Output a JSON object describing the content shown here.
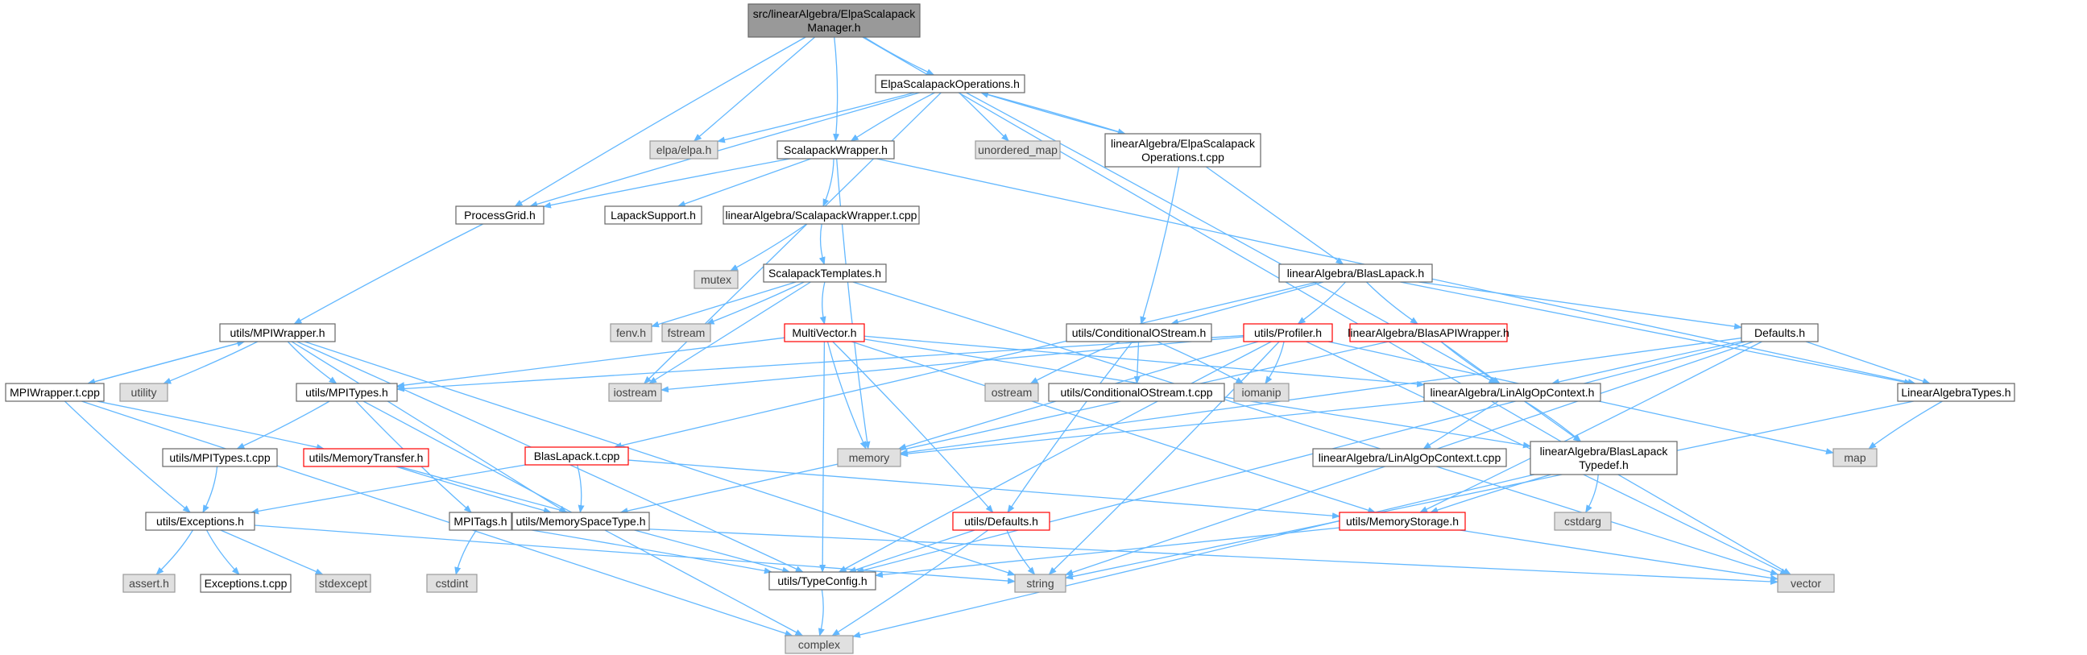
{
  "diagram": {
    "palette": {
      "root_fill": "#999999",
      "root_stroke": "#666666",
      "node_fill": "#ffffff",
      "node_stroke": "#666666",
      "red_stroke": "#ff0000",
      "ext_fill": "#e0e0e0",
      "ext_stroke": "#999999",
      "ext_text": "#444444",
      "edge_color": "#63b8ff"
    },
    "nodes": [
      {
        "id": "root",
        "kind": "root",
        "lines": [
          "src/linearAlgebra/ElpaScalapack",
          "Manager.h"
        ]
      },
      {
        "id": "elpa_ops",
        "kind": "normal",
        "lines": [
          "ElpaScalapackOperations.h"
        ]
      },
      {
        "id": "elpa_h",
        "kind": "ext",
        "lines": [
          "elpa/elpa.h"
        ]
      },
      {
        "id": "scal_wrap",
        "kind": "normal",
        "lines": [
          "ScalapackWrapper.h"
        ]
      },
      {
        "id": "unordered_map",
        "kind": "ext",
        "lines": [
          "unordered_map"
        ]
      },
      {
        "id": "elpa_ops_t",
        "kind": "normal",
        "lines": [
          "linearAlgebra/ElpaScalapack",
          "Operations.t.cpp"
        ]
      },
      {
        "id": "proc_grid",
        "kind": "normal",
        "lines": [
          "ProcessGrid.h"
        ]
      },
      {
        "id": "lapack_support",
        "kind": "normal",
        "lines": [
          "LapackSupport.h"
        ]
      },
      {
        "id": "scal_wrap_t",
        "kind": "normal",
        "lines": [
          "linearAlgebra/ScalapackWrapper.t.cpp"
        ]
      },
      {
        "id": "mutex",
        "kind": "ext",
        "lines": [
          "mutex"
        ]
      },
      {
        "id": "scal_templates",
        "kind": "normal",
        "lines": [
          "ScalapackTemplates.h"
        ]
      },
      {
        "id": "blas_lapack",
        "kind": "normal",
        "lines": [
          "linearAlgebra/BlasLapack.h"
        ]
      },
      {
        "id": "mpi_wrapper",
        "kind": "normal",
        "lines": [
          "utils/MPIWrapper.h"
        ]
      },
      {
        "id": "fenv",
        "kind": "ext",
        "lines": [
          "fenv.h"
        ]
      },
      {
        "id": "fstream",
        "kind": "ext",
        "lines": [
          "fstream"
        ]
      },
      {
        "id": "multivector",
        "kind": "red",
        "lines": [
          "MultiVector.h"
        ]
      },
      {
        "id": "cond_ostream",
        "kind": "normal",
        "lines": [
          "utils/ConditionalOStream.h"
        ]
      },
      {
        "id": "profiler",
        "kind": "red",
        "lines": [
          "utils/Profiler.h"
        ]
      },
      {
        "id": "blas_api",
        "kind": "red",
        "lines": [
          "linearAlgebra/BlasAPIWrapper.h"
        ]
      },
      {
        "id": "defaults_h",
        "kind": "normal",
        "lines": [
          "Defaults.h"
        ]
      },
      {
        "id": "mpi_wrapper_t",
        "kind": "normal",
        "lines": [
          "MPIWrapper.t.cpp"
        ]
      },
      {
        "id": "utility",
        "kind": "ext",
        "lines": [
          "utility"
        ]
      },
      {
        "id": "mpi_types",
        "kind": "normal",
        "lines": [
          "utils/MPITypes.h"
        ]
      },
      {
        "id": "iostream",
        "kind": "ext",
        "lines": [
          "iostream"
        ]
      },
      {
        "id": "ostream",
        "kind": "ext",
        "lines": [
          "ostream"
        ]
      },
      {
        "id": "cond_ostream_t",
        "kind": "normal",
        "lines": [
          "utils/ConditionalOStream.t.cpp"
        ]
      },
      {
        "id": "iomanip",
        "kind": "ext",
        "lines": [
          "iomanip"
        ]
      },
      {
        "id": "linalg_ctx",
        "kind": "normal",
        "lines": [
          "linearAlgebra/LinAlgOpContext.h"
        ]
      },
      {
        "id": "linalg_types",
        "kind": "normal",
        "lines": [
          "LinearAlgebraTypes.h"
        ]
      },
      {
        "id": "mpi_types_t",
        "kind": "normal",
        "lines": [
          "utils/MPITypes.t.cpp"
        ]
      },
      {
        "id": "mem_transfer",
        "kind": "red",
        "lines": [
          "utils/MemoryTransfer.h"
        ]
      },
      {
        "id": "blas_lapack_t",
        "kind": "red",
        "lines": [
          "BlasLapack.t.cpp"
        ]
      },
      {
        "id": "memory",
        "kind": "ext",
        "lines": [
          "memory"
        ]
      },
      {
        "id": "linalg_ctx_t",
        "kind": "normal",
        "lines": [
          "linearAlgebra/LinAlgOpContext.t.cpp"
        ]
      },
      {
        "id": "blas_lapack_typedef",
        "kind": "normal",
        "lines": [
          "linearAlgebra/BlasLapack",
          "Typedef.h"
        ]
      },
      {
        "id": "map",
        "kind": "ext",
        "lines": [
          "map"
        ]
      },
      {
        "id": "exceptions_h",
        "kind": "normal",
        "lines": [
          "utils/Exceptions.h"
        ]
      },
      {
        "id": "mpitags",
        "kind": "normal",
        "lines": [
          "MPITags.h"
        ]
      },
      {
        "id": "mem_space_type",
        "kind": "normal",
        "lines": [
          "utils/MemorySpaceType.h"
        ]
      },
      {
        "id": "utils_defaults",
        "kind": "red",
        "lines": [
          "utils/Defaults.h"
        ]
      },
      {
        "id": "cstdarg",
        "kind": "ext",
        "lines": [
          "cstdarg"
        ]
      },
      {
        "id": "mem_storage",
        "kind": "red",
        "lines": [
          "utils/MemoryStorage.h"
        ]
      },
      {
        "id": "assert_h",
        "kind": "ext",
        "lines": [
          "assert.h"
        ]
      },
      {
        "id": "exceptions_t",
        "kind": "normal",
        "lines": [
          "Exceptions.t.cpp"
        ]
      },
      {
        "id": "stdexcept",
        "kind": "ext",
        "lines": [
          "stdexcept"
        ]
      },
      {
        "id": "cstdint",
        "kind": "ext",
        "lines": [
          "cstdint"
        ]
      },
      {
        "id": "type_config",
        "kind": "normal",
        "lines": [
          "utils/TypeConfig.h"
        ]
      },
      {
        "id": "string",
        "kind": "ext",
        "lines": [
          "string"
        ]
      },
      {
        "id": "vector",
        "kind": "ext",
        "lines": [
          "vector"
        ]
      },
      {
        "id": "complex",
        "kind": "ext",
        "lines": [
          "complex"
        ]
      }
    ],
    "edges": [
      [
        "root",
        "elpa_ops"
      ],
      [
        "root",
        "elpa_h"
      ],
      [
        "root",
        "scal_wrap"
      ],
      [
        "root",
        "proc_grid"
      ],
      [
        "root",
        "vector"
      ],
      [
        "elpa_ops",
        "elpa_h"
      ],
      [
        "elpa_ops",
        "scal_wrap"
      ],
      [
        "elpa_ops",
        "unordered_map"
      ],
      [
        "elpa_ops",
        "elpa_ops_t"
      ],
      [
        "elpa_ops",
        "proc_grid"
      ],
      [
        "elpa_ops",
        "iostream"
      ],
      [
        "elpa_ops",
        "linalg_ctx"
      ],
      [
        "elpa_ops_t",
        "elpa_ops"
      ],
      [
        "elpa_ops_t",
        "blas_lapack"
      ],
      [
        "elpa_ops_t",
        "cond_ostream"
      ],
      [
        "scal_wrap",
        "proc_grid"
      ],
      [
        "scal_wrap",
        "lapack_support"
      ],
      [
        "scal_wrap",
        "scal_wrap_t"
      ],
      [
        "scal_wrap",
        "memory"
      ],
      [
        "scal_wrap",
        "linalg_types"
      ],
      [
        "scal_wrap_t",
        "mutex"
      ],
      [
        "scal_wrap_t",
        "scal_templates"
      ],
      [
        "scal_templates",
        "fenv"
      ],
      [
        "scal_templates",
        "fstream"
      ],
      [
        "scal_templates",
        "multivector"
      ],
      [
        "scal_templates",
        "iostream"
      ],
      [
        "scal_templates",
        "vector"
      ],
      [
        "proc_grid",
        "mpi_wrapper"
      ],
      [
        "blas_lapack",
        "cond_ostream"
      ],
      [
        "blas_lapack",
        "profiler"
      ],
      [
        "blas_lapack",
        "blas_api"
      ],
      [
        "blas_lapack",
        "defaults_h"
      ],
      [
        "blas_lapack",
        "linalg_types"
      ],
      [
        "blas_lapack",
        "blas_lapack_t"
      ],
      [
        "mpi_wrapper",
        "mpi_wrapper_t"
      ],
      [
        "mpi_wrapper",
        "utility"
      ],
      [
        "mpi_wrapper",
        "mpi_types"
      ],
      [
        "mpi_wrapper",
        "mem_space_type"
      ],
      [
        "mpi_wrapper",
        "type_config"
      ],
      [
        "mpi_wrapper",
        "string"
      ],
      [
        "mpi_wrapper_t",
        "mpi_wrapper"
      ],
      [
        "mpi_wrapper_t",
        "mem_transfer"
      ],
      [
        "mpi_wrapper_t",
        "exceptions_h"
      ],
      [
        "mpi_wrapper_t",
        "complex"
      ],
      [
        "multivector",
        "mpi_types"
      ],
      [
        "multivector",
        "memory"
      ],
      [
        "multivector",
        "linalg_ctx"
      ],
      [
        "multivector",
        "utils_defaults"
      ],
      [
        "multivector",
        "mem_storage"
      ],
      [
        "multivector",
        "type_config"
      ],
      [
        "multivector",
        "blas_lapack_typedef"
      ],
      [
        "cond_ostream",
        "ostream"
      ],
      [
        "cond_ostream",
        "cond_ostream_t"
      ],
      [
        "cond_ostream",
        "iomanip"
      ],
      [
        "cond_ostream",
        "utils_defaults"
      ],
      [
        "profiler",
        "iostream"
      ],
      [
        "profiler",
        "iomanip"
      ],
      [
        "profiler",
        "memory"
      ],
      [
        "profiler",
        "map"
      ],
      [
        "profiler",
        "string"
      ],
      [
        "profiler",
        "type_config"
      ],
      [
        "profiler",
        "mpi_types"
      ],
      [
        "profiler",
        "vector"
      ],
      [
        "blas_api",
        "linalg_ctx"
      ],
      [
        "blas_api",
        "blas_lapack_typedef"
      ],
      [
        "blas_api",
        "mem_space_type"
      ],
      [
        "defaults_h",
        "linalg_ctx"
      ],
      [
        "defaults_h",
        "linalg_types"
      ],
      [
        "defaults_h",
        "mem_storage"
      ],
      [
        "defaults_h",
        "memory"
      ],
      [
        "defaults_h",
        "string"
      ],
      [
        "defaults_h",
        "type_config"
      ],
      [
        "linalg_ctx",
        "memory"
      ],
      [
        "linalg_ctx",
        "linalg_ctx_t"
      ],
      [
        "linalg_ctx",
        "blas_lapack_typedef"
      ],
      [
        "linalg_types",
        "map"
      ],
      [
        "linalg_types",
        "string"
      ],
      [
        "mpi_types",
        "mpi_types_t"
      ],
      [
        "mpi_types",
        "mpitags"
      ],
      [
        "mpi_types",
        "complex"
      ],
      [
        "mpi_types_t",
        "exceptions_h"
      ],
      [
        "mem_transfer",
        "mem_space_type"
      ],
      [
        "mem_transfer",
        "type_config"
      ],
      [
        "blas_lapack_t",
        "mem_space_type"
      ],
      [
        "blas_lapack_t",
        "exceptions_h"
      ],
      [
        "blas_lapack_t",
        "mem_storage"
      ],
      [
        "blas_lapack_typedef",
        "cstdarg"
      ],
      [
        "blas_lapack_typedef",
        "mem_storage"
      ],
      [
        "blas_lapack_typedef",
        "complex"
      ],
      [
        "exceptions_h",
        "assert_h"
      ],
      [
        "exceptions_h",
        "exceptions_t"
      ],
      [
        "exceptions_h",
        "stdexcept"
      ],
      [
        "exceptions_h",
        "string"
      ],
      [
        "mpitags",
        "cstdint"
      ],
      [
        "mpitags",
        "vector"
      ],
      [
        "mpitags",
        "type_config"
      ],
      [
        "utils_defaults",
        "string"
      ],
      [
        "utils_defaults",
        "type_config"
      ],
      [
        "utils_defaults",
        "complex"
      ],
      [
        "mem_storage",
        "vector"
      ],
      [
        "mem_storage",
        "type_config"
      ],
      [
        "type_config",
        "complex"
      ]
    ]
  }
}
